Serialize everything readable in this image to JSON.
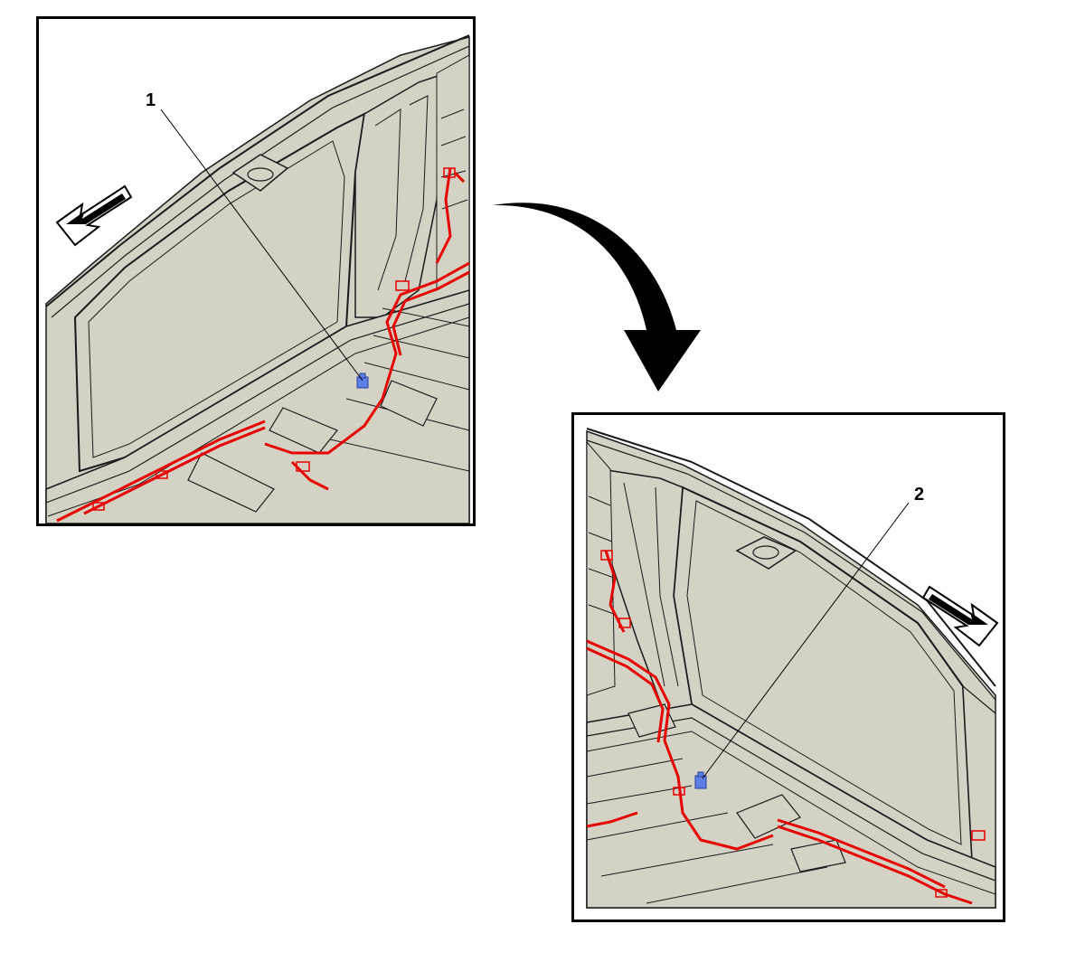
{
  "diagram": {
    "callouts": [
      {
        "id": "1",
        "label": "1"
      },
      {
        "id": "2",
        "label": "2"
      }
    ],
    "colors": {
      "body_panel": "#d4d2c4",
      "harness": "#e60000",
      "connector": "#5b7fe6",
      "line": "#1a1a1a",
      "border": "#000000"
    },
    "icons": [
      "direction-arrow-icon",
      "flow-arrow-icon",
      "connector-icon"
    ]
  }
}
